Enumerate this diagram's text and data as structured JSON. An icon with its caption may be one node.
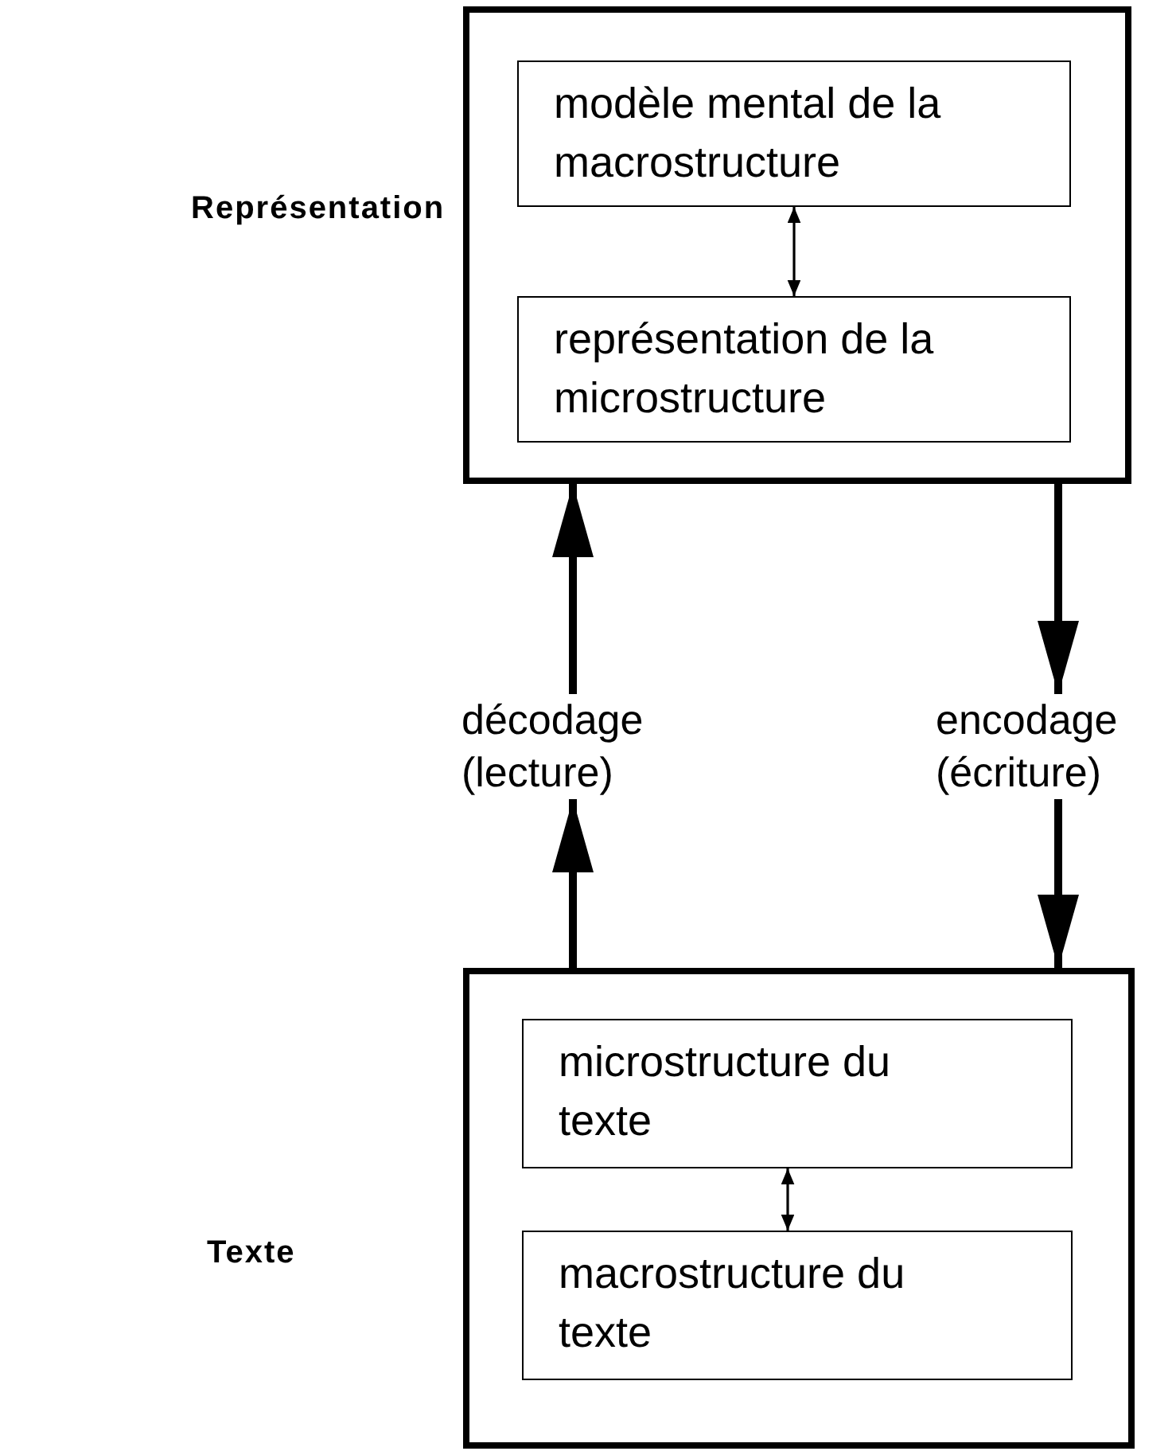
{
  "diagram": {
    "nodes": [
      {
        "text": [],
        "shape": "box",
        "beside": [
          "Représentation"
        ]
      },
      {
        "text": [
          "modèle mental de la macrostructure"
        ],
        "in": 0
      },
      {
        "text": [
          "représentation de la microstructure"
        ],
        "in": 0
      },
      {
        "text": [
          "décodage (lecture)"
        ]
      },
      {
        "text": [
          "encodage (écriture)"
        ]
      },
      {
        "text": [],
        "shape": "box"
      },
      {
        "text": [
          "microstructure du texte"
        ],
        "in": 5
      },
      {
        "text": [
          "macrostructure du texte"
        ],
        "in": 5
      }
    ],
    "edges": [
      {
        "from": 1,
        "to": 2,
        "arrow": "both"
      },
      {
        "from": 5,
        "to": 3,
        "arrow": "to"
      },
      {
        "from": 3,
        "to": 0,
        "arrow": "to"
      },
      {
        "from": 0,
        "to": 4,
        "arrow": "to"
      },
      {
        "from": 4,
        "to": 5,
        "arrow": "to"
      },
      {
        "from": 6,
        "to": 7,
        "arrow": "both"
      }
    ],
    "labels": [
      "Texte"
    ]
  }
}
